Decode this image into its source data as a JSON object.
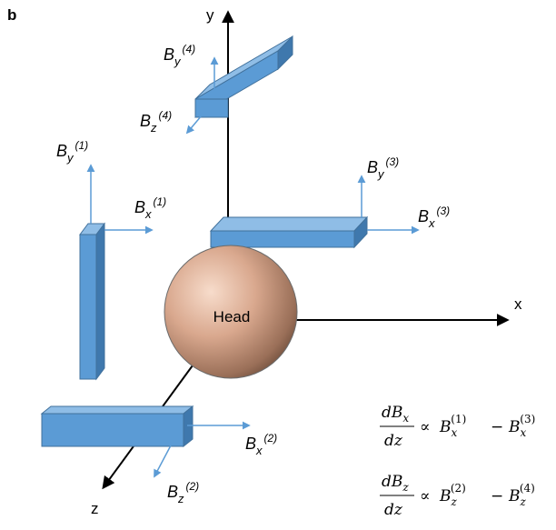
{
  "panel_label": "b",
  "axes": {
    "x": "x",
    "y": "y",
    "z": "z"
  },
  "head_label": "Head",
  "sensors": {
    "s1": {
      "by_base": "B",
      "by_sub": "y",
      "by_sup": "(1)",
      "bx_base": "B",
      "bx_sub": "x",
      "bx_sup": "(1)"
    },
    "s2": {
      "bx_base": "B",
      "bx_sub": "x",
      "bx_sup": "(2)",
      "bz_base": "B",
      "bz_sub": "z",
      "bz_sup": "(2)"
    },
    "s3": {
      "by_base": "B",
      "by_sub": "y",
      "by_sup": "(3)",
      "bx_base": "B",
      "bx_sub": "x",
      "bx_sup": "(3)"
    },
    "s4": {
      "by_base": "B",
      "by_sub": "y",
      "by_sup": "(4)",
      "bz_base": "B",
      "bz_sub": "z",
      "bz_sup": "(4)"
    }
  },
  "equations": {
    "eq1": {
      "num": "dB",
      "num_sub": "x",
      "den": "dz",
      "prop": "∝",
      "t1": "B",
      "t1_sub": "x",
      "t1_sup": "(1)",
      "minus": "−",
      "t2": "B",
      "t2_sub": "x",
      "t2_sup": "(3)"
    },
    "eq2": {
      "num": "dB",
      "num_sub": "z",
      "den": "dz",
      "prop": "∝",
      "t1": "B",
      "t1_sub": "z",
      "t1_sup": "(2)",
      "minus": "−",
      "t2": "B",
      "t2_sub": "z",
      "t2_sup": "(4)"
    }
  },
  "colors": {
    "sensor_face": "#5b9bd5",
    "sensor_top": "#8fbde6",
    "sensor_side": "#3f78ad",
    "sensor_edge": "#41719c",
    "arrow": "#5b9bd5",
    "axis": "#000000",
    "head_highlight": "#f7dccb",
    "head_shadow": "#7a5a46"
  }
}
